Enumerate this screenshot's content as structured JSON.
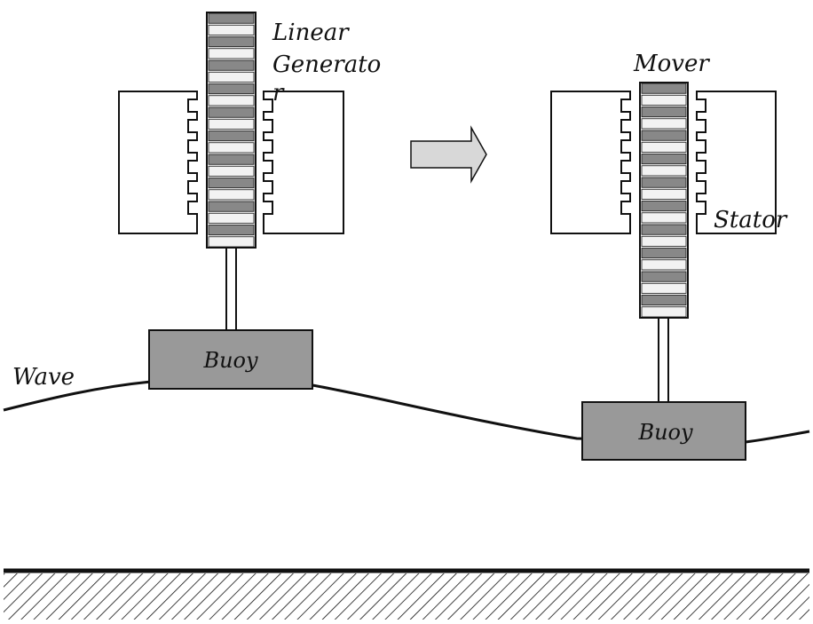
{
  "labels": {
    "linear_generator_line1": "Linear",
    "linear_generator_line2": "Generato",
    "linear_generator_line3": "r",
    "mover": "Mover",
    "stator": "Stator",
    "wave": "Wave",
    "buoy_left": "Buoy",
    "buoy_right": "Buoy"
  },
  "colors": {
    "outline": "#111111",
    "dark_magnet": "#888888",
    "light_magnet": "#f2f2f2",
    "buoy_fill": "#999999",
    "arrow_fill": "#d8d8d8",
    "background": "#ffffff"
  },
  "icons": {
    "arrow": "right-arrow-icon"
  }
}
